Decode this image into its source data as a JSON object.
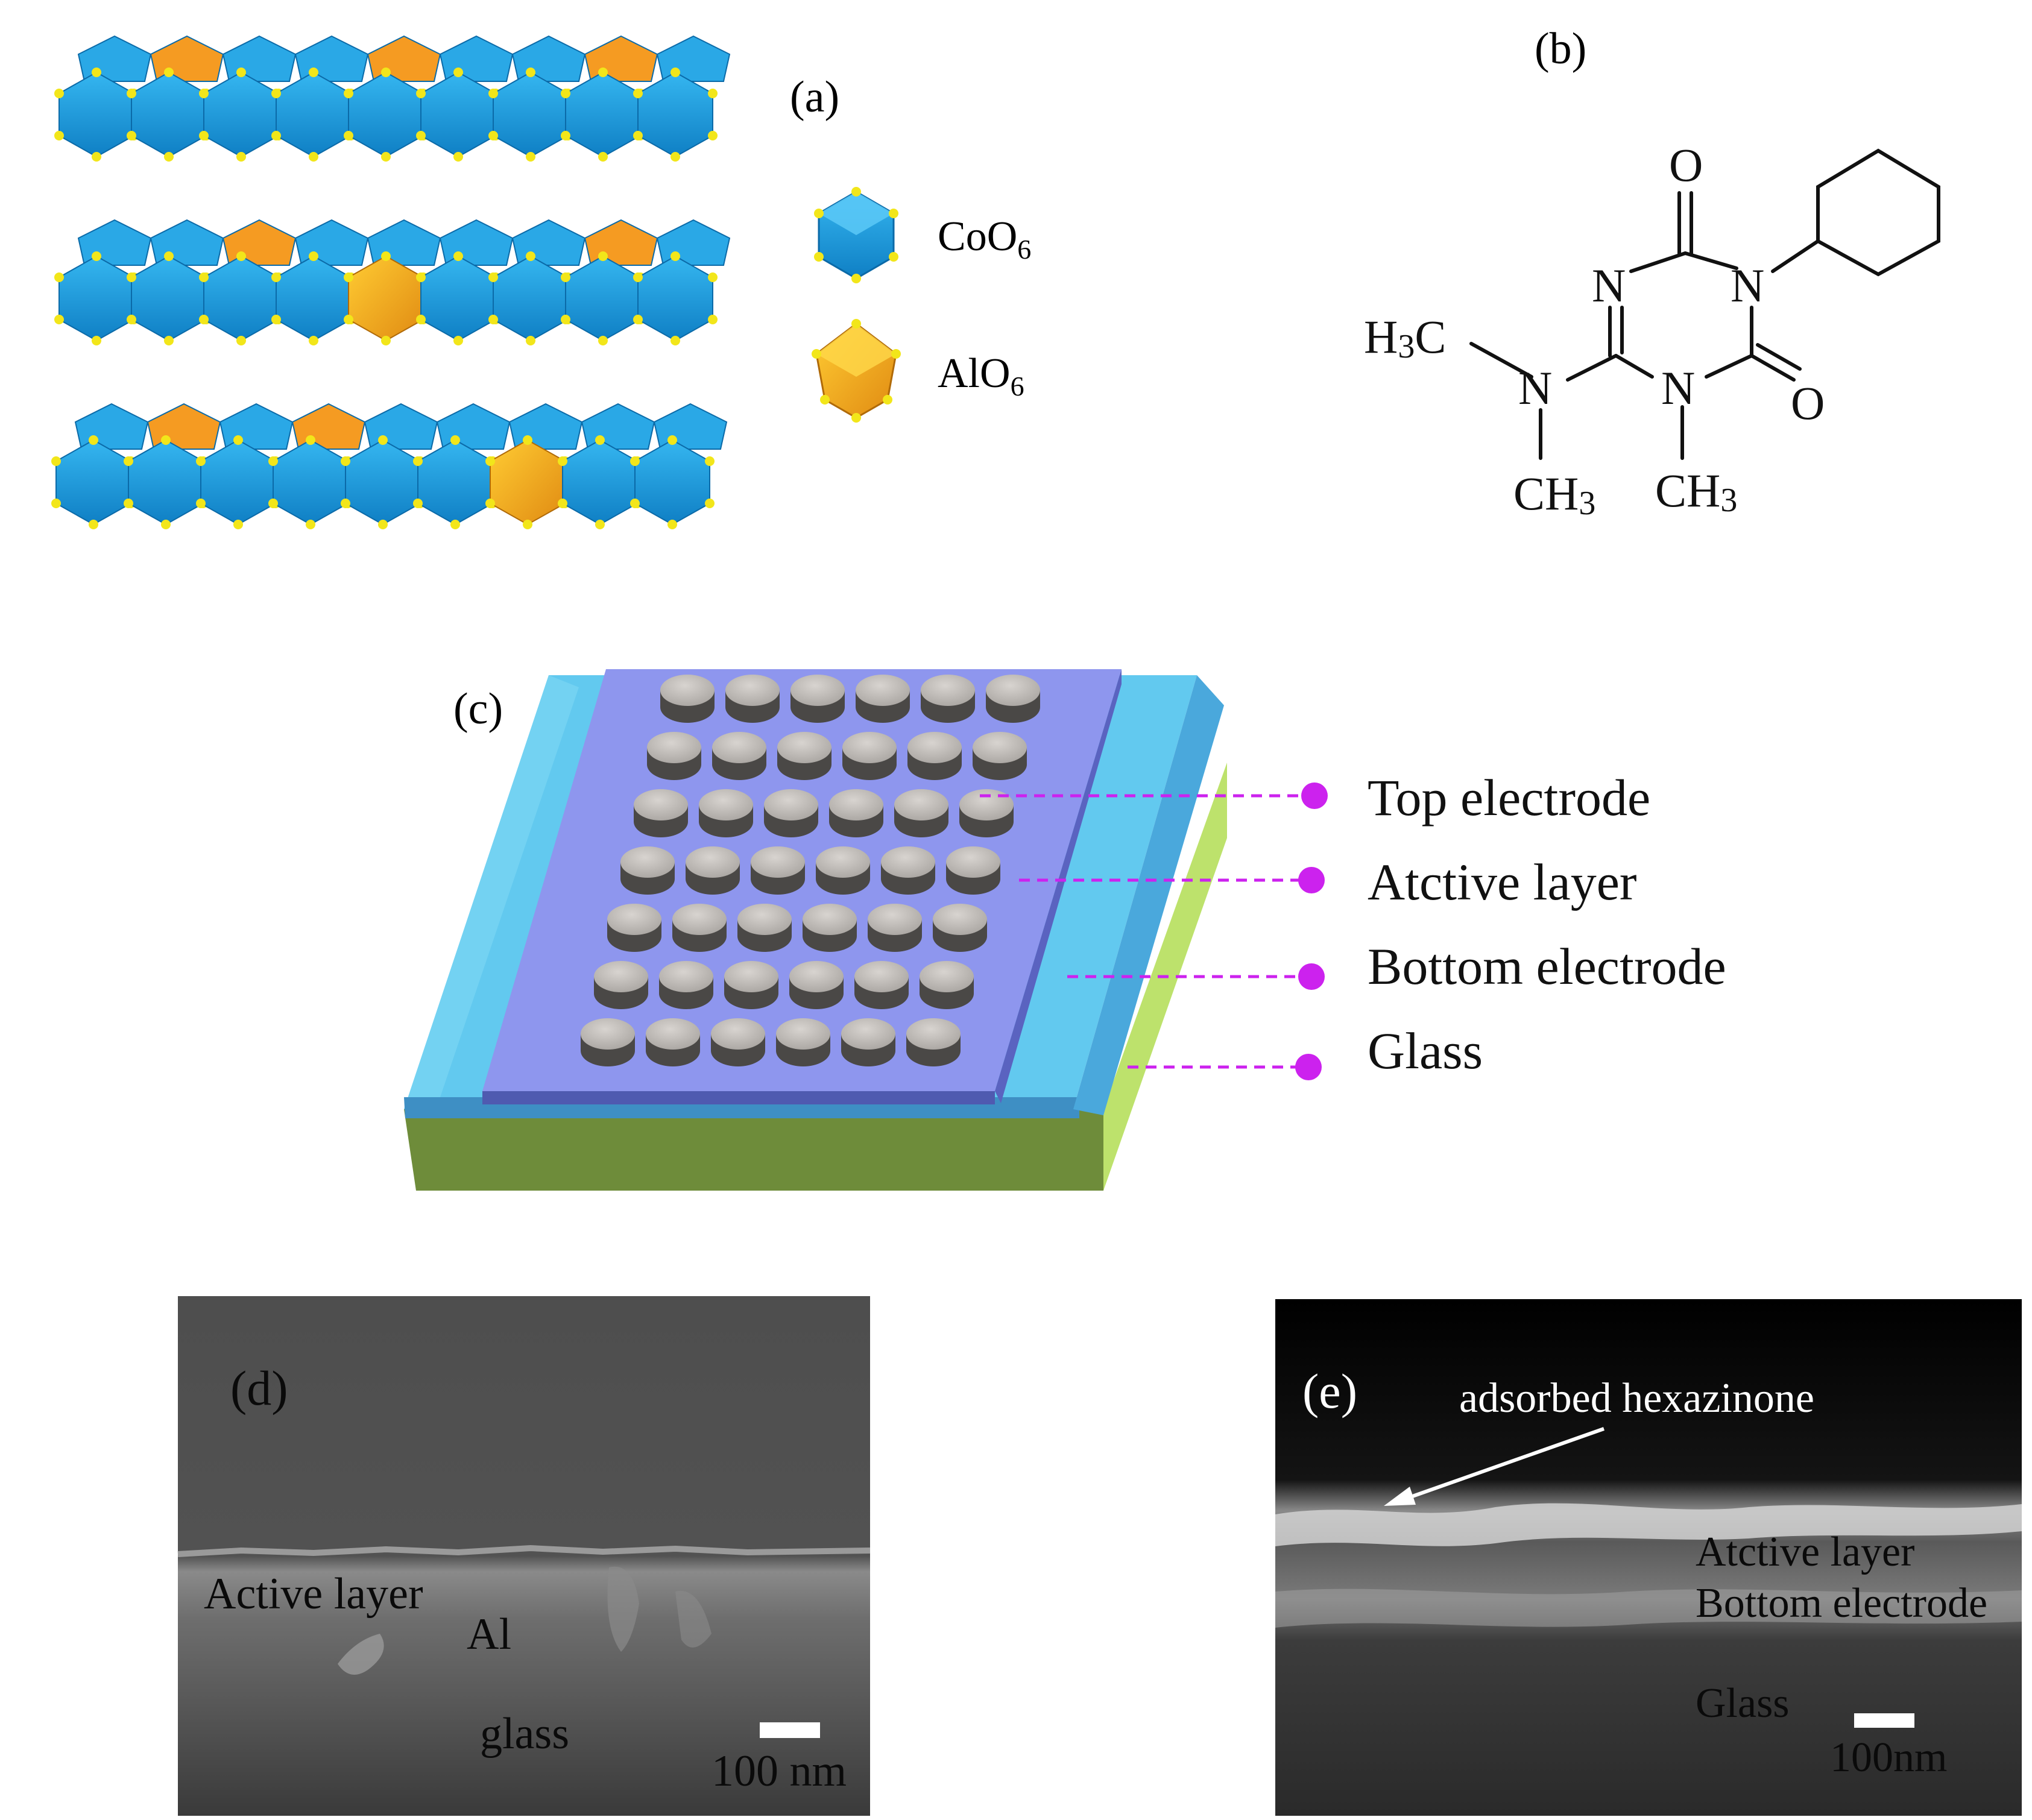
{
  "panels": {
    "a": {
      "label": "(a)",
      "legend": [
        {
          "label": "CoO",
          "sub": "6",
          "color": "#1fa1e0",
          "icon": "coo6-octahedron-icon"
        },
        {
          "label": "AlO",
          "sub": "6",
          "color": "#f0a81c",
          "icon": "alo6-octahedron-icon"
        }
      ]
    },
    "b": {
      "label": "(b)",
      "atoms": {
        "o_top": "O",
        "o_right": "O",
        "n1": "N",
        "n2": "N",
        "n3": "N",
        "n_amine": "N",
        "h3c": "H",
        "h3c_sub": "3",
        "h3c_c": "C",
        "ch3_left": "CH",
        "ch3_left_sub": "3",
        "ch3_right": "CH",
        "ch3_right_sub": "3"
      }
    },
    "c": {
      "label": "(c)",
      "layers": [
        "Top electrode",
        "Atctive layer",
        "Bottom electrode",
        "Glass"
      ],
      "colors": {
        "top_electrode": "#c8c4c0",
        "active": "#8c95ec",
        "bottom": "#5cc8ee",
        "glass": "#b8e06a",
        "leader": "#cc22ee"
      }
    },
    "d": {
      "label": "(d)",
      "labels": {
        "active": "Active layer",
        "al": "Al",
        "glass": "glass"
      },
      "scale": "100 nm"
    },
    "e": {
      "label": "(e)",
      "labels": {
        "adsorbed": "adsorbed hexazinone",
        "active": "Atctive layer",
        "bottom": "Bottom electrode",
        "glass": "Glass"
      },
      "scale": "100nm"
    }
  }
}
